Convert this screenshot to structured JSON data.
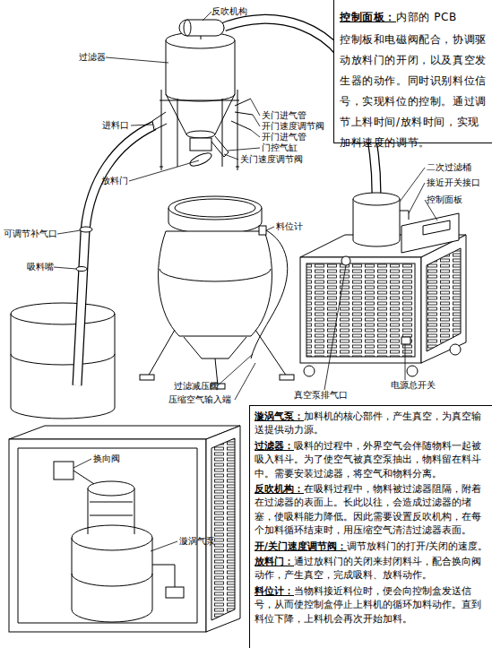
{
  "diagram": {
    "nodes": [
      {
        "text": [
          "控制面板：",
          "内部的 PCB",
          "控制板和电磁阀配合，协调驱动放料门的开闭，以及真空发生器的动作。同时识别料位信号，实现料位的控制。通过调节上料时间/放料时间，实现加料速度的调节。"
        ]
      },
      {
        "text": [
          "漩涡气泵：",
          "加料机的核心部件，产生真空，为真空输送提供动力源。",
          "过滤器：",
          "吸料的过程中，外界空气会伴随物料一起被吸入料斗。为了使空气被真空泵抽出，物料留在料斗中。需要安装过滤器，将空气和物料分离。",
          "反吹机构：",
          "在吸料过程中，物料被过滤器阻隔，附着在过滤器的表面上。长此以往，会造成过滤器的堵塞，使吸料能力降低。因此需要设置反吹机构，在每个加料循环结束时，用压缩空气清洁过滤器表面。",
          "开/关门速度调节阀：",
          "调节放料门的打开/关闭的速度。",
          "放料门：",
          "通过放料门的关闭来封闭料斗，配合换向阀动作，产生真空，完成吸料、放料动作。",
          "料位计：",
          "当物料接近料位时，便会向控制盒发送信号，从而使控制盒停止上料机的循环加料动作。直到料位下降，上料机会再次开始加料。"
        ]
      }
    ],
    "labels": [
      "反吹机构",
      "过滤器",
      "进料口",
      "关门进气管",
      "开门速度调节阀",
      "开门进气管",
      "门控气缸",
      "关门速度调节阀",
      "放料门",
      "料位计",
      "可调节补气口",
      "吸料嘴",
      "二次过滤桶",
      "接近开关接口",
      "控制面板",
      "过滤减压阀",
      "压缩空气输入端",
      "真空泵排气口",
      "电源总开关",
      "换向阀",
      "漩涡气泵"
    ]
  }
}
